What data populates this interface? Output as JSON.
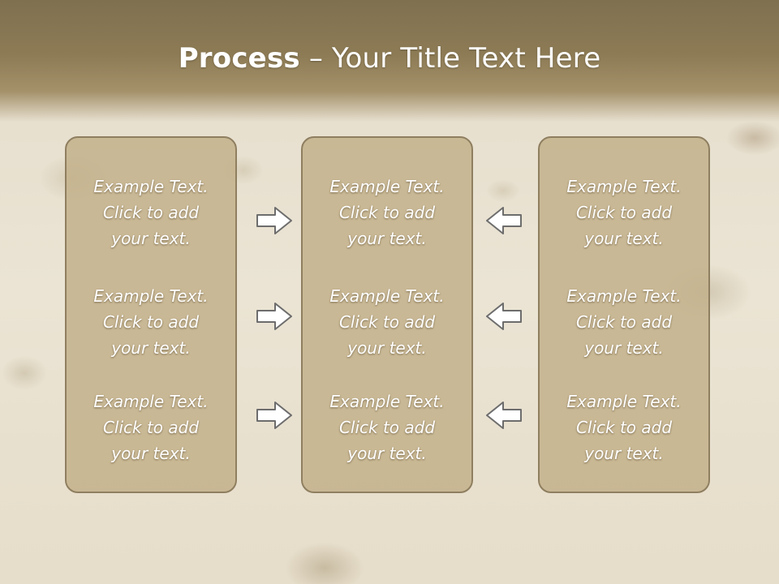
{
  "slide": {
    "title_bold": "Process",
    "title_rest": " – Your Title Text Here"
  },
  "panels": [
    {
      "items": [
        {
          "l1": "Example Text.",
          "l2": "Click  to add",
          "l3": "your text."
        },
        {
          "l1": "Example Text.",
          "l2": "Click  to add",
          "l3": "your text."
        },
        {
          "l1": "Example Text.",
          "l2": "Click  to add",
          "l3": "your text."
        }
      ]
    },
    {
      "items": [
        {
          "l1": "Example Text.",
          "l2": "Click  to add",
          "l3": "your text."
        },
        {
          "l1": "Example Text.",
          "l2": "Click  to add",
          "l3": "your text."
        },
        {
          "l1": "Example Text.",
          "l2": "Click  to add",
          "l3": "your text."
        }
      ]
    },
    {
      "items": [
        {
          "l1": "Example Text.",
          "l2": "Click  to add",
          "l3": "your text."
        },
        {
          "l1": "Example Text.",
          "l2": "Click  to add",
          "l3": "your text."
        },
        {
          "l1": "Example Text.",
          "l2": "Click  to add",
          "l3": "your text."
        }
      ]
    }
  ],
  "icons": {
    "left_arrows": "arrow-right-icon",
    "right_arrows": "arrow-left-icon"
  },
  "colors": {
    "header": "#8d7b55",
    "panel_fill": "#c4b28c",
    "panel_border": "#8f7f60",
    "text": "#ffffff"
  }
}
